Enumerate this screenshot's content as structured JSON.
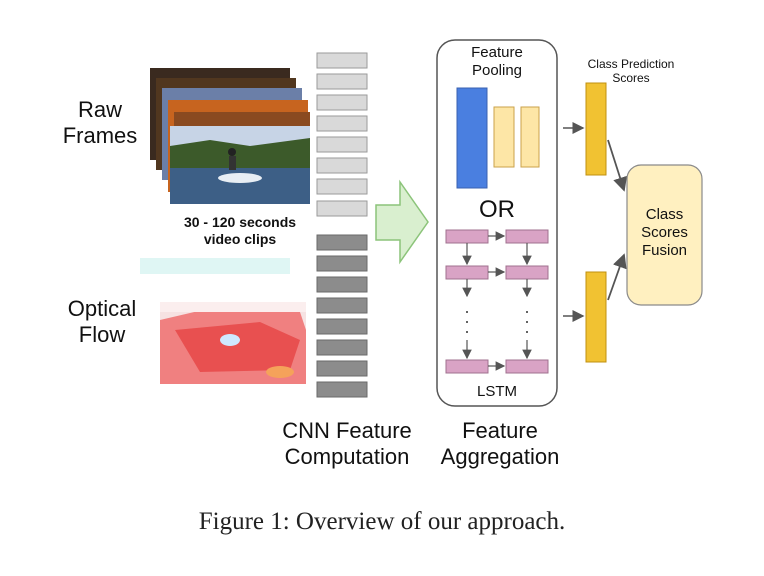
{
  "labels": {
    "raw_frames_line1": "Raw",
    "raw_frames_line2": "Frames",
    "optical_flow_line1": "Optical",
    "optical_flow_line2": "Flow",
    "clip_caption_line1": "30 - 120 seconds",
    "clip_caption_line2": "video clips",
    "cnn_line1": "CNN Feature",
    "cnn_line2": "Computation",
    "agg_line1": "Feature",
    "agg_line2": "Aggregation",
    "pooling_line1": "Feature",
    "pooling_line2": "Pooling",
    "or": "OR",
    "lstm": "LSTM",
    "class_pred_line1": "Class Prediction",
    "class_pred_line2": "Scores",
    "fusion_line1": "Class",
    "fusion_line2": "Scores",
    "fusion_line3": "Fusion"
  },
  "caption": "Figure 1: Overview of our approach.",
  "colors": {
    "rgb_feature": "#d9d9d9",
    "flow_feature": "#8c8c8c",
    "pool_blue": "#4a7fe0",
    "pool_cream": "#fde6a6",
    "lstm_cell": "#d9a3c5",
    "score_bar": "#f1c232",
    "fusion_box": "#fff0c0",
    "arrow_green": "#d9efcf"
  }
}
